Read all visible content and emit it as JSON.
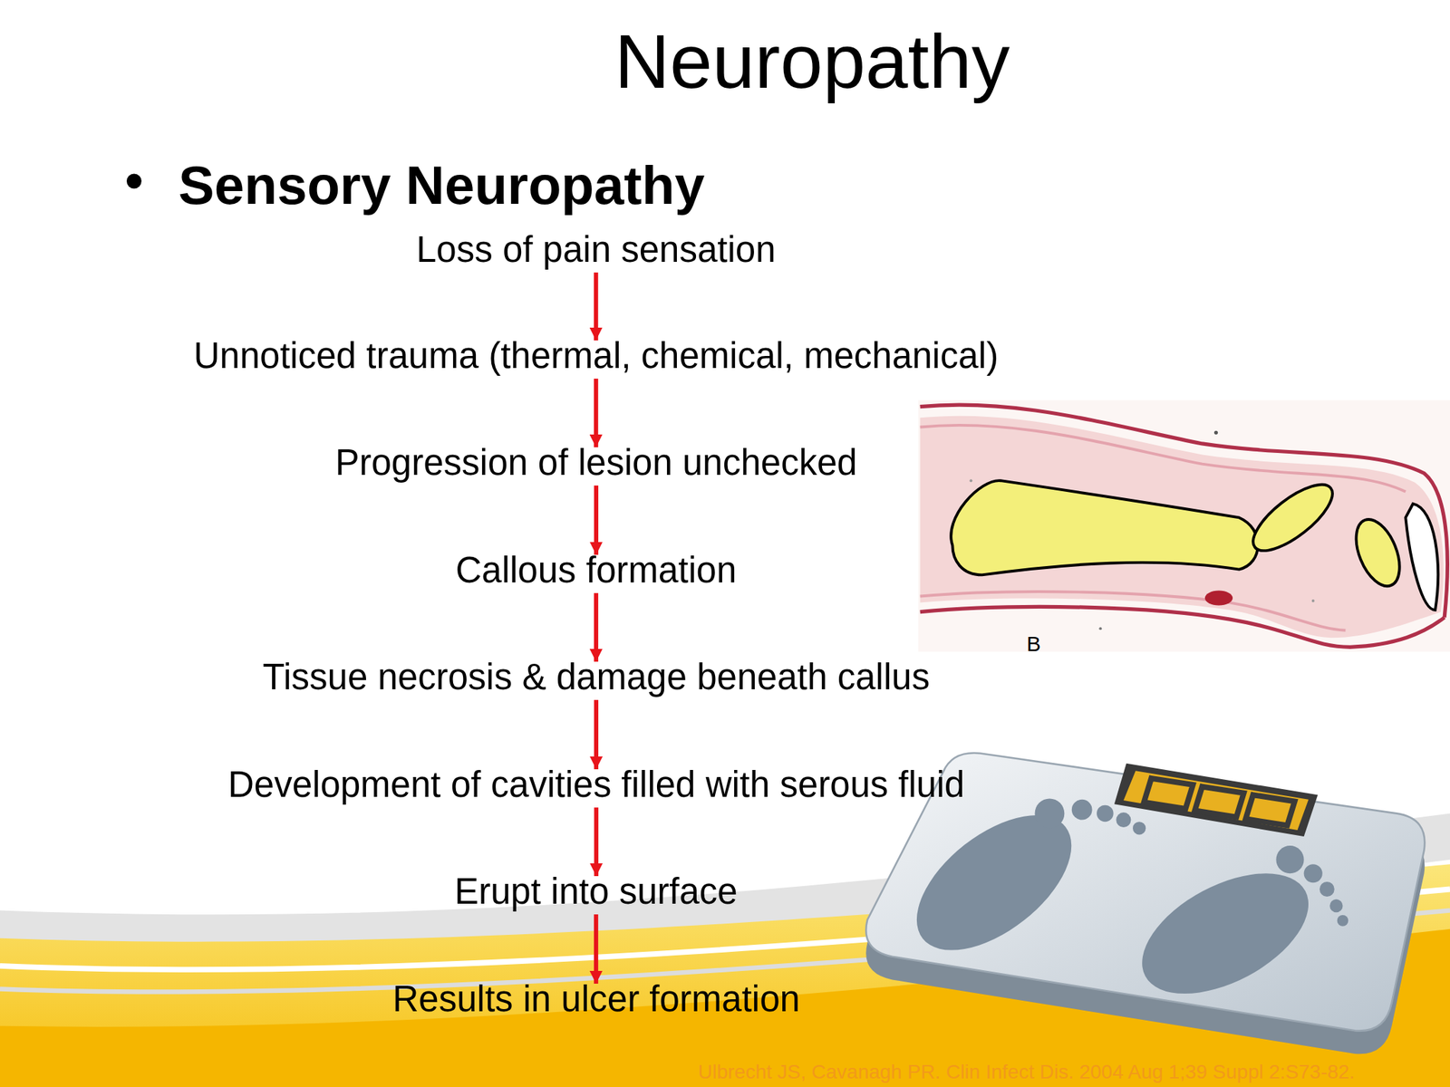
{
  "diagram": {
    "title": "Neuropathy",
    "nodes": [
      {
        "text": [
          "Loss of pain sensation"
        ]
      },
      {
        "text": [
          "Unnoticed trauma (thermal, chemical, mechanical)"
        ]
      },
      {
        "text": [
          "Progression of lesion unchecked"
        ]
      },
      {
        "text": [
          "Callous formation"
        ]
      },
      {
        "text": [
          "Tissue necrosis & damage beneath callus"
        ]
      },
      {
        "text": [
          "Development of cavities filled with serous fluid"
        ]
      },
      {
        "text": [
          "Erupt into surface"
        ]
      },
      {
        "text": [
          "Results in ulcer formation"
        ]
      }
    ],
    "edges": [
      {
        "from": 0,
        "to": 1,
        "arrow": "to"
      },
      {
        "from": 1,
        "to": 2,
        "arrow": "to"
      },
      {
        "from": 2,
        "to": 3,
        "arrow": "to"
      },
      {
        "from": 3,
        "to": 4,
        "arrow": "to"
      },
      {
        "from": 4,
        "to": 5,
        "arrow": "to"
      },
      {
        "from": 5,
        "to": 6,
        "arrow": "to"
      },
      {
        "from": 6,
        "to": 7,
        "arrow": "to"
      }
    ],
    "labels": [
      "Sensory Neuropathy",
      "B",
      "Ulbrecht JS, Cavanagh PR. Clin Infect Dis. 2004 Aug 1;39 Suppl 2:S73-82."
    ]
  }
}
